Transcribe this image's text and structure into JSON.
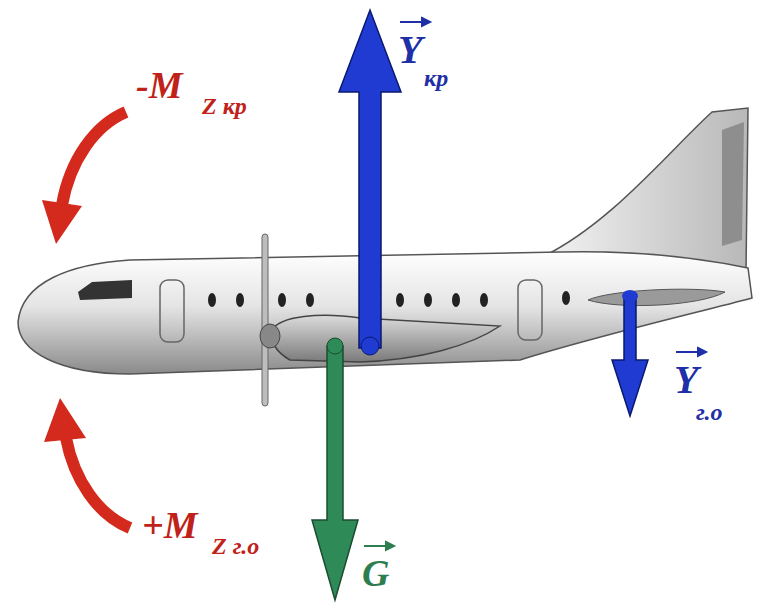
{
  "diagram": {
    "labels": [
      "-M",
      "Z кр",
      "Y",
      "кр",
      "+M",
      "Z г.о",
      "Y",
      "г.о",
      "G"
    ]
  }
}
